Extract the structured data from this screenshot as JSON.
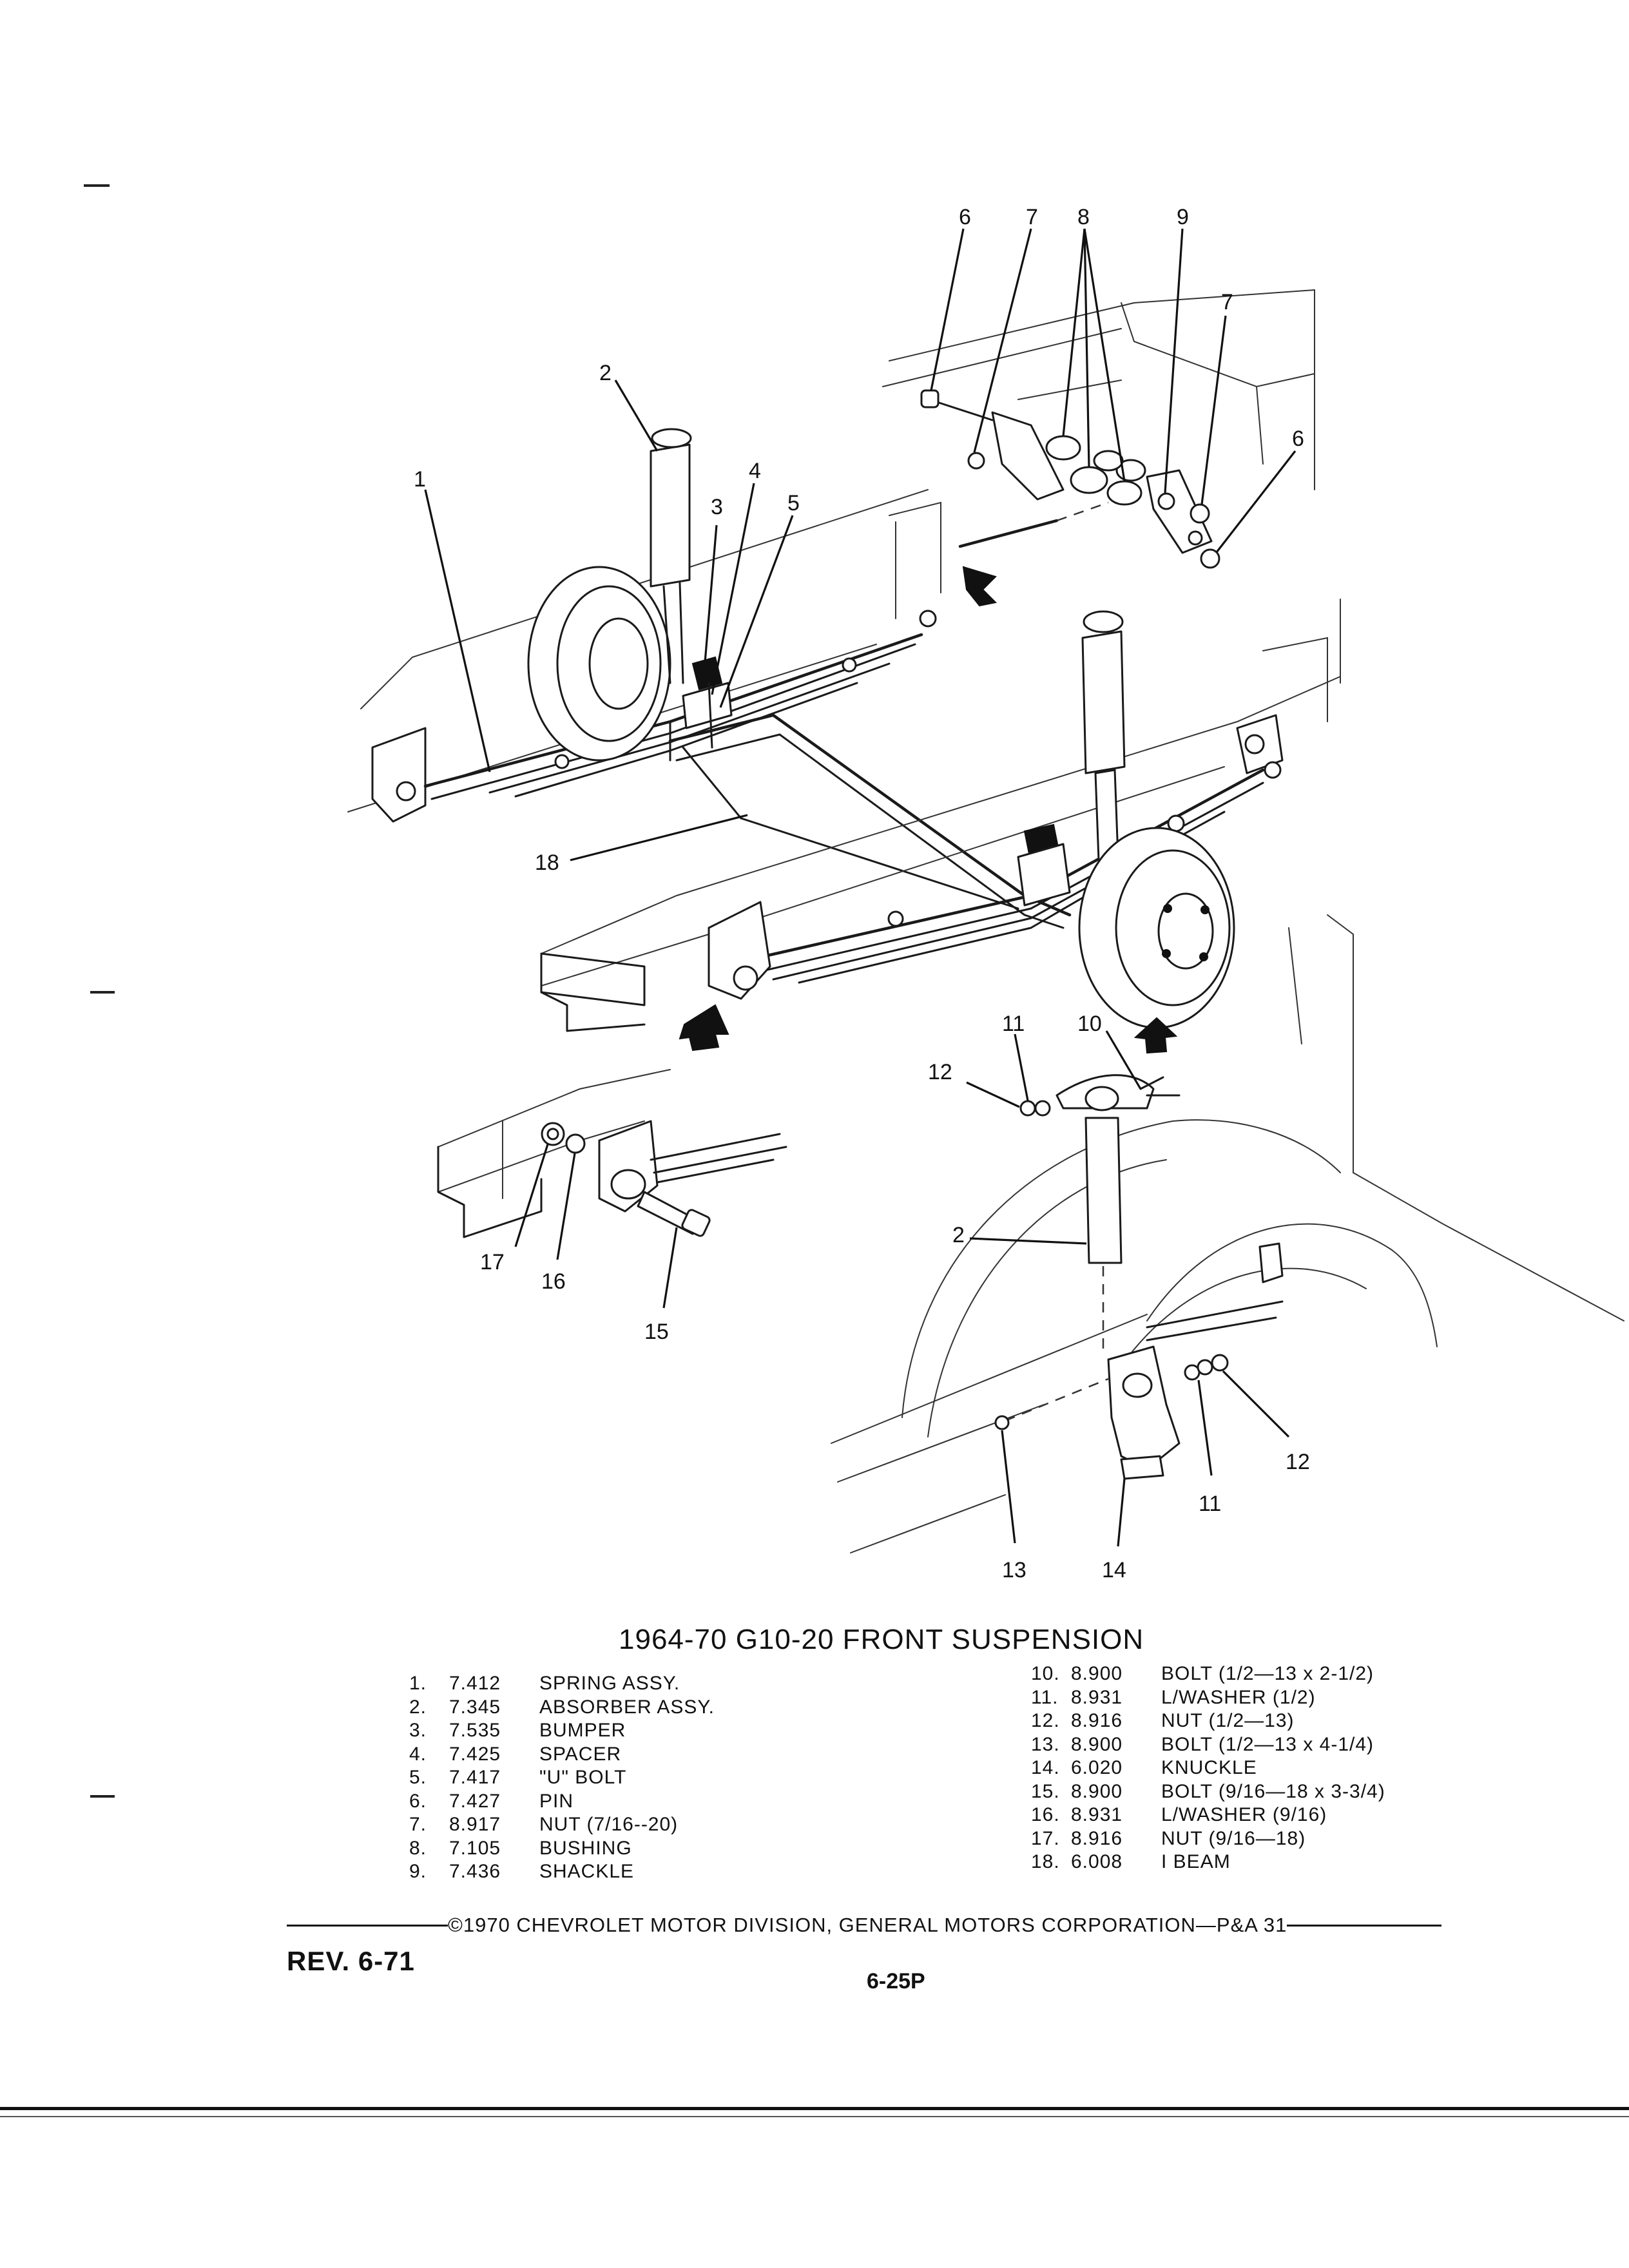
{
  "title": "1964-70 G10-20 FRONT SUSPENSION",
  "parts": [
    {
      "num": "1.",
      "code": "7.412",
      "name": "SPRING ASSY."
    },
    {
      "num": "2.",
      "code": "7.345",
      "name": "ABSORBER ASSY."
    },
    {
      "num": "3.",
      "code": "7.535",
      "name": "BUMPER"
    },
    {
      "num": "4.",
      "code": "7.425",
      "name": "SPACER"
    },
    {
      "num": "5.",
      "code": "7.417",
      "name": "\"U\" BOLT"
    },
    {
      "num": "6.",
      "code": "7.427",
      "name": "PIN"
    },
    {
      "num": "7.",
      "code": "8.917",
      "name": "NUT (7/16--20)"
    },
    {
      "num": "8.",
      "code": "7.105",
      "name": "BUSHING"
    },
    {
      "num": "9.",
      "code": "7.436",
      "name": "SHACKLE"
    },
    {
      "num": "10.",
      "code": "8.900",
      "name": "BOLT (1/2—13 x 2-1/2)"
    },
    {
      "num": "11.",
      "code": "8.931",
      "name": "L/WASHER (1/2)"
    },
    {
      "num": "12.",
      "code": "8.916",
      "name": "NUT (1/2—13)"
    },
    {
      "num": "13.",
      "code": "8.900",
      "name": "BOLT (1/2—13 x 4-1/4)"
    },
    {
      "num": "14.",
      "code": "6.020",
      "name": "KNUCKLE"
    },
    {
      "num": "15.",
      "code": "8.900",
      "name": "BOLT (9/16—18 x 3-3/4)"
    },
    {
      "num": "16.",
      "code": "8.931",
      "name": "L/WASHER (9/16)"
    },
    {
      "num": "17.",
      "code": "8.916",
      "name": "NUT (9/16—18)"
    },
    {
      "num": "18.",
      "code": "6.008",
      "name": "I BEAM"
    }
  ],
  "callouts": [
    "1",
    "2",
    "3",
    "4",
    "5",
    "6",
    "7",
    "8",
    "9",
    "7",
    "6",
    "18",
    "11",
    "10",
    "12",
    "2",
    "17",
    "16",
    "15",
    "12",
    "11",
    "13",
    "14"
  ],
  "copyright": "©1970 CHEVROLET MOTOR DIVISION, GENERAL MOTORS CORPORATION—P&A 31",
  "revision": "REV. 6-71",
  "page_code": "6-25P"
}
